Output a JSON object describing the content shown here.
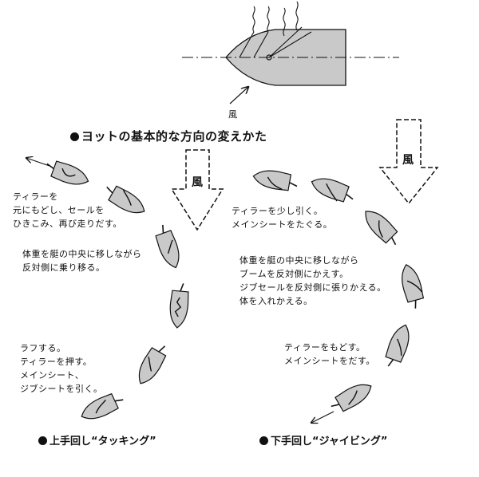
{
  "wind_label": "風",
  "main_title": "ヨットの基本的な方向の変えかた",
  "tacking": {
    "caption": "上手回し“タッキング”",
    "notes": [
      "ティラーを\n元にもどし、セールを\nひきこみ、再び走りだす。",
      "体重を艇の中央に移しながら\n反対側に乗り移る。",
      "ラフする。\nティラーを押す。\nメインシート、\nジブシートを引く。"
    ]
  },
  "jibing": {
    "caption": "下手回し“ジャイビング”",
    "notes": [
      "ティラーを少し引く。\nメインシートをたぐる。",
      "体重を艇の中央に移しながら\nブームを反対側にかえす。\nジブセールを反対側に張りかえる。\n体を入れかえる。",
      "ティラーをもどす。\nメインシートをだす。"
    ]
  },
  "colors": {
    "hull_fill": "#c9c9c9",
    "ink": "#111111"
  }
}
